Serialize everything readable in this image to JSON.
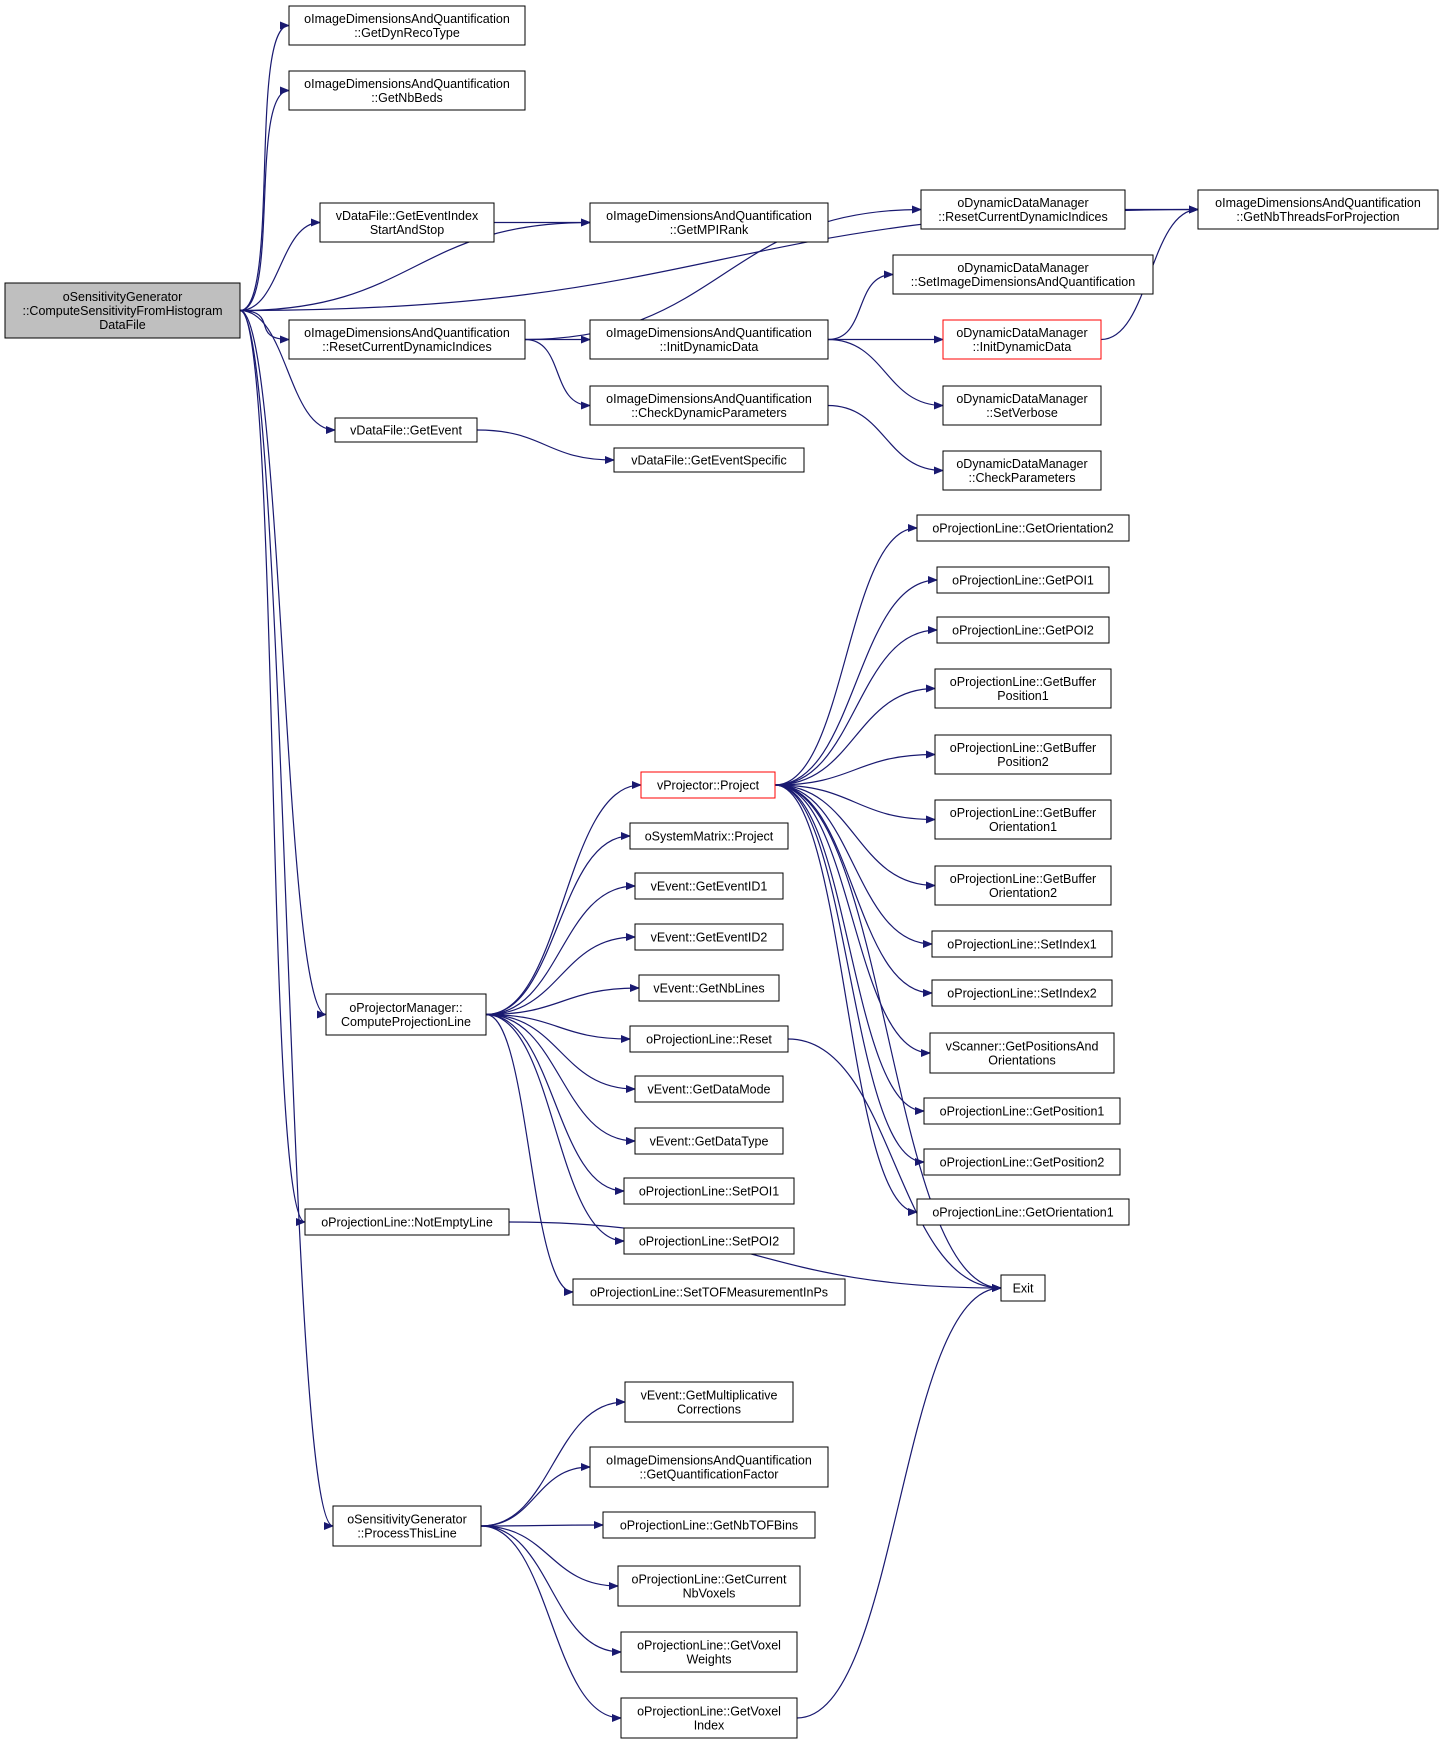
{
  "colors": {
    "edge": "#191970",
    "root_fill": "#bfbfbf",
    "node_fill": "#ffffff",
    "node_border": "#000000",
    "truncated_border": "#ff0000"
  },
  "nodes": [
    {
      "id": "root",
      "lines": [
        "oSensitivityGenerator",
        "::ComputeSensitivityFromHistogram",
        "DataFile"
      ],
      "style": "root"
    },
    {
      "id": "getDynRecoType",
      "lines": [
        "oImageDimensionsAndQuantification",
        "::GetDynRecoType"
      ]
    },
    {
      "id": "getNbBeds",
      "lines": [
        "oImageDimensionsAndQuantification",
        "::GetNbBeds"
      ]
    },
    {
      "id": "getEventIndex",
      "lines": [
        "vDataFile::GetEventIndex",
        "StartAndStop"
      ]
    },
    {
      "id": "getMPIRank",
      "lines": [
        "oImageDimensionsAndQuantification",
        "::GetMPIRank"
      ]
    },
    {
      "id": "dmResetCurrent",
      "lines": [
        "oDynamicDataManager",
        "::ResetCurrentDynamicIndices"
      ]
    },
    {
      "id": "getNbThreads",
      "lines": [
        "oImageDimensionsAndQuantification",
        "::GetNbThreadsForProjection"
      ]
    },
    {
      "id": "setImageDims",
      "lines": [
        "oDynamicDataManager",
        "::SetImageDimensionsAndQuantification"
      ]
    },
    {
      "id": "idResetCurrent",
      "lines": [
        "oImageDimensionsAndQuantification",
        "::ResetCurrentDynamicIndices"
      ]
    },
    {
      "id": "initDynamicDataID",
      "lines": [
        "oImageDimensionsAndQuantification",
        "::InitDynamicData"
      ]
    },
    {
      "id": "initDynamicDataDM",
      "lines": [
        "oDynamicDataManager",
        "::InitDynamicData"
      ],
      "style": "truncated"
    },
    {
      "id": "checkDynParams",
      "lines": [
        "oImageDimensionsAndQuantification",
        "::CheckDynamicParameters"
      ]
    },
    {
      "id": "setVerbose",
      "lines": [
        "oDynamicDataManager",
        "::SetVerbose"
      ]
    },
    {
      "id": "getEvent",
      "lines": [
        "vDataFile::GetEvent"
      ]
    },
    {
      "id": "getEventSpecific",
      "lines": [
        "vDataFile::GetEventSpecific"
      ]
    },
    {
      "id": "checkParams",
      "lines": [
        "oDynamicDataManager",
        "::CheckParameters"
      ]
    },
    {
      "id": "getOrientation2",
      "lines": [
        "oProjectionLine::GetOrientation2"
      ]
    },
    {
      "id": "getPOI1",
      "lines": [
        "oProjectionLine::GetPOI1"
      ]
    },
    {
      "id": "getPOI2",
      "lines": [
        "oProjectionLine::GetPOI2"
      ]
    },
    {
      "id": "getBufPos1",
      "lines": [
        "oProjectionLine::GetBuffer",
        "Position1"
      ]
    },
    {
      "id": "getBufPos2",
      "lines": [
        "oProjectionLine::GetBuffer",
        "Position2"
      ]
    },
    {
      "id": "vProject",
      "lines": [
        "vProjector::Project"
      ],
      "style": "truncated"
    },
    {
      "id": "getBufOri1",
      "lines": [
        "oProjectionLine::GetBuffer",
        "Orientation1"
      ]
    },
    {
      "id": "sysProject",
      "lines": [
        "oSystemMatrix::Project"
      ]
    },
    {
      "id": "getBufOri2",
      "lines": [
        "oProjectionLine::GetBuffer",
        "Orientation2"
      ]
    },
    {
      "id": "getEventID1",
      "lines": [
        "vEvent::GetEventID1"
      ]
    },
    {
      "id": "getEventID2",
      "lines": [
        "vEvent::GetEventID2"
      ]
    },
    {
      "id": "setIndex1",
      "lines": [
        "oProjectionLine::SetIndex1"
      ]
    },
    {
      "id": "getNbLines",
      "lines": [
        "vEvent::GetNbLines"
      ]
    },
    {
      "id": "setIndex2",
      "lines": [
        "oProjectionLine::SetIndex2"
      ]
    },
    {
      "id": "computeProjLine",
      "lines": [
        "oProjectorManager::",
        "ComputeProjectionLine"
      ]
    },
    {
      "id": "plReset",
      "lines": [
        "oProjectionLine::Reset"
      ]
    },
    {
      "id": "getPosAndOri",
      "lines": [
        "vScanner::GetPositionsAnd",
        "Orientations"
      ]
    },
    {
      "id": "getDataMode",
      "lines": [
        "vEvent::GetDataMode"
      ]
    },
    {
      "id": "getPosition1",
      "lines": [
        "oProjectionLine::GetPosition1"
      ]
    },
    {
      "id": "getDataType",
      "lines": [
        "vEvent::GetDataType"
      ]
    },
    {
      "id": "getPosition2",
      "lines": [
        "oProjectionLine::GetPosition2"
      ]
    },
    {
      "id": "setPOI1",
      "lines": [
        "oProjectionLine::SetPOI1"
      ]
    },
    {
      "id": "getOrientation1",
      "lines": [
        "oProjectionLine::GetOrientation1"
      ]
    },
    {
      "id": "notEmptyLine",
      "lines": [
        "oProjectionLine::NotEmptyLine"
      ]
    },
    {
      "id": "setPOI2",
      "lines": [
        "oProjectionLine::SetPOI2"
      ]
    },
    {
      "id": "exit",
      "lines": [
        "Exit"
      ]
    },
    {
      "id": "setTOF",
      "lines": [
        "oProjectionLine::SetTOFMeasurementInPs"
      ]
    },
    {
      "id": "getMultCorr",
      "lines": [
        "vEvent::GetMultiplicative",
        "Corrections"
      ]
    },
    {
      "id": "getQuantFactor",
      "lines": [
        "oImageDimensionsAndQuantification",
        "::GetQuantificationFactor"
      ]
    },
    {
      "id": "processThisLine",
      "lines": [
        "oSensitivityGenerator",
        "::ProcessThisLine"
      ]
    },
    {
      "id": "getNbTOFBins",
      "lines": [
        "oProjectionLine::GetNbTOFBins"
      ]
    },
    {
      "id": "getCurNbVoxels",
      "lines": [
        "oProjectionLine::GetCurrent",
        "NbVoxels"
      ]
    },
    {
      "id": "getVoxelWeights",
      "lines": [
        "oProjectionLine::GetVoxel",
        "Weights"
      ]
    },
    {
      "id": "getVoxelIndex",
      "lines": [
        "oProjectionLine::GetVoxel",
        "Index"
      ]
    }
  ],
  "edges": [
    [
      "root",
      "getDynRecoType"
    ],
    [
      "root",
      "getNbBeds"
    ],
    [
      "root",
      "getNbThreads"
    ],
    [
      "root",
      "getEventIndex"
    ],
    [
      "root",
      "getMPIRank"
    ],
    [
      "root",
      "idResetCurrent"
    ],
    [
      "root",
      "getEvent"
    ],
    [
      "root",
      "computeProjLine"
    ],
    [
      "root",
      "notEmptyLine"
    ],
    [
      "root",
      "processThisLine"
    ],
    [
      "getEventIndex",
      "getMPIRank"
    ],
    [
      "dmResetCurrent",
      "getNbThreads"
    ],
    [
      "idResetCurrent",
      "dmResetCurrent"
    ],
    [
      "idResetCurrent",
      "initDynamicDataID"
    ],
    [
      "idResetCurrent",
      "checkDynParams"
    ],
    [
      "initDynamicDataID",
      "setImageDims"
    ],
    [
      "initDynamicDataID",
      "initDynamicDataDM"
    ],
    [
      "initDynamicDataID",
      "setVerbose"
    ],
    [
      "initDynamicDataDM",
      "getNbThreads"
    ],
    [
      "checkDynParams",
      "checkParams"
    ],
    [
      "getEvent",
      "getEventSpecific"
    ],
    [
      "computeProjLine",
      "vProject"
    ],
    [
      "computeProjLine",
      "sysProject"
    ],
    [
      "computeProjLine",
      "getEventID1"
    ],
    [
      "computeProjLine",
      "getEventID2"
    ],
    [
      "computeProjLine",
      "getNbLines"
    ],
    [
      "computeProjLine",
      "plReset"
    ],
    [
      "computeProjLine",
      "getDataMode"
    ],
    [
      "computeProjLine",
      "getDataType"
    ],
    [
      "computeProjLine",
      "setPOI1"
    ],
    [
      "computeProjLine",
      "setPOI2"
    ],
    [
      "computeProjLine",
      "setTOF"
    ],
    [
      "vProject",
      "getOrientation2"
    ],
    [
      "vProject",
      "getPOI1"
    ],
    [
      "vProject",
      "getPOI2"
    ],
    [
      "vProject",
      "getBufPos1"
    ],
    [
      "vProject",
      "getBufPos2"
    ],
    [
      "vProject",
      "getBufOri1"
    ],
    [
      "vProject",
      "getBufOri2"
    ],
    [
      "vProject",
      "setIndex1"
    ],
    [
      "vProject",
      "setIndex2"
    ],
    [
      "vProject",
      "getPosAndOri"
    ],
    [
      "vProject",
      "getPosition1"
    ],
    [
      "vProject",
      "getPosition2"
    ],
    [
      "vProject",
      "getOrientation1"
    ],
    [
      "vProject",
      "exit"
    ],
    [
      "plReset",
      "exit"
    ],
    [
      "notEmptyLine",
      "exit"
    ],
    [
      "getVoxelIndex",
      "exit"
    ],
    [
      "processThisLine",
      "getMultCorr"
    ],
    [
      "processThisLine",
      "getQuantFactor"
    ],
    [
      "processThisLine",
      "getNbTOFBins"
    ],
    [
      "processThisLine",
      "getCurNbVoxels"
    ],
    [
      "processThisLine",
      "getVoxelWeights"
    ],
    [
      "processThisLine",
      "getVoxelIndex"
    ]
  ]
}
